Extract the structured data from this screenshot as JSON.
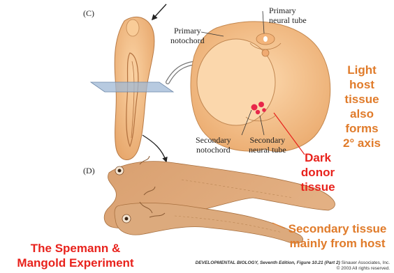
{
  "panels": {
    "c_letter": "(C)",
    "d_letter": "(D)"
  },
  "labels": {
    "primary_neural_tube_line1": "Primary",
    "primary_neural_tube_line2": "neural tube",
    "primary_notochord_line1": "Primary",
    "primary_notochord_line2": "notochord",
    "secondary_notochord_line1": "Secondary",
    "secondary_notochord_line2": "notochord",
    "secondary_neural_tube_line1": "Secondary",
    "secondary_neural_tube_line2": "neural tube"
  },
  "callouts": {
    "light_host": [
      "Light",
      "host",
      "tissue",
      "also",
      "forms",
      "2° axis"
    ],
    "dark_donor": [
      "Dark",
      "donor",
      "tissue"
    ],
    "secondary_tissue": [
      "Secondary tissue",
      "mainly from host"
    ],
    "title": [
      "The Spemann &",
      "Mangold Experiment"
    ]
  },
  "credit": {
    "line1_bold": "DEVELOPMENTAL BIOLOGY, Seventh Edition, Figure 10.21 (Part 2)",
    "line1_rest": "Sinauer Associates, Inc.",
    "line2": "© 2003 All rights reserved."
  },
  "colors": {
    "orange_text": "#e07b2a",
    "red_text": "#e8221c",
    "embryo_fill": "#f6c08a",
    "embryo_shade": "#e3a066",
    "donor_red": "#e8274a",
    "plane_blue": "#9fb8d6"
  }
}
